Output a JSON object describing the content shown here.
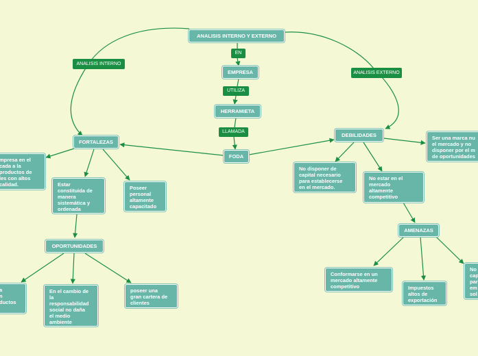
{
  "colors": {
    "background": "#f4f8d4",
    "node_fill": "#67b6a8",
    "tag_fill": "#1a8f43",
    "edge": "#1a8f43"
  },
  "nodes": {
    "root": "ANALISIS INTERNO Y EXTERNO",
    "empresa": "EMPRESA",
    "herramienta": "HERRAMIETA",
    "foda": "FODA",
    "fortalezas": "FORTALEZAS",
    "debilidades": "DEBILIDADES",
    "fort_left": "mpresa en el\ncada a la\nproductos de\nles con altos\n calidad.",
    "fort_ordenada": "Estar\nconstituida de\nmanera\nsistemática y\nordenada",
    "fort_personal": "Poseer\npersonal\naltamente\ncapacitado",
    "oportunidades": "OPORTUNIDADES",
    "op_left": "a\nn\nductos",
    "op_cambio": "En el cambio de\nla\nresponsabilidad\nsocial no daña\nel medio\nambiente",
    "op_cartera": "poseer una\ngran cartera de\nclientes",
    "deb_capital": "No disponer de\ncapital necesario\npara establecerse\nen el mercado.",
    "deb_mercado": "No estar en el\nmercado\naltamente\ncompetitivo",
    "deb_marca": "Ser una marca nu\nel mercado y no\ndisponer por el m\nde oportunidades",
    "amenazas": "AMENAZAS",
    "am_conformarse": "Conformarse en un\nmercado altamente\ncompetitivo",
    "am_impuestos": "Impuestos\naltos de\nexportación",
    "am_right": "No\ncap\npar\nem\nsol"
  },
  "tags": {
    "en": "EN",
    "utiliza": "UTILIZA",
    "llamada": "LLAMADA",
    "analisis_interno": "ANALISIS INTERNO",
    "analisis_externo": "ANALISIS EXTERNO"
  }
}
